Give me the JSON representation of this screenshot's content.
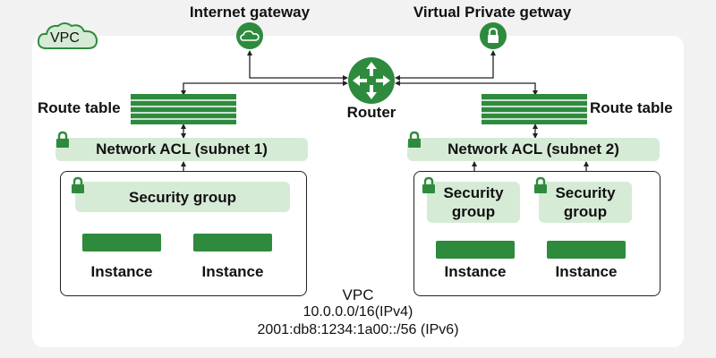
{
  "badge": {
    "label": "VPC"
  },
  "gateways": {
    "internet": {
      "label": "Internet gateway",
      "icon": "cloud-icon"
    },
    "vpg": {
      "label": "Virtual Private getway",
      "icon": "lock-icon"
    }
  },
  "router": {
    "label": "Router",
    "icon": "router-icon"
  },
  "left": {
    "route_table_label": "Route table",
    "acl_label": "Network ACL (subnet 1)",
    "security_group_label": "Security group",
    "instances": [
      "Instance",
      "Instance"
    ]
  },
  "right": {
    "route_table_label": "Route table",
    "acl_label": "Network ACL (subnet 2)",
    "security_groups": [
      {
        "label": "Security group",
        "instance": "Instance"
      },
      {
        "label": "Security group",
        "instance": "Instance"
      }
    ]
  },
  "footer": {
    "title": "VPC",
    "ipv4": "10.0.0.0/16(IPv4)",
    "ipv6": "2001:db8:1234:1a00::/56 (IPv6)"
  },
  "colors": {
    "green": "#2e8b3e",
    "light_green": "#d6ebd6",
    "background": "#f2f2f2"
  }
}
